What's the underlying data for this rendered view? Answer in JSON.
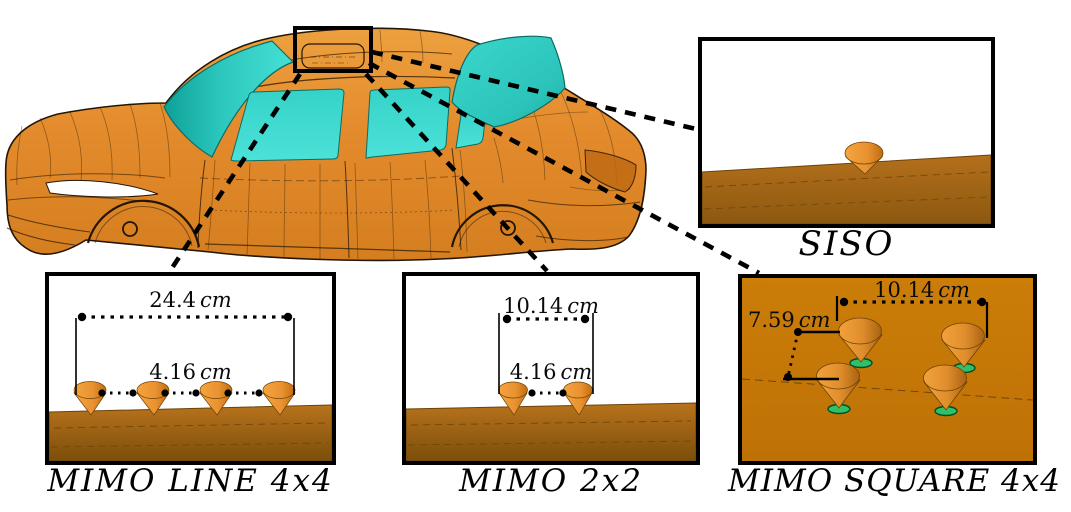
{
  "figure": {
    "caption_siso": "SISO",
    "caption_mimo_line": "MIMO LINE 4x4",
    "caption_mimo_2x2": "MIMO 2x2",
    "caption_mimo_square": "MIMO SQUARE 4x4"
  },
  "panels": {
    "siso": {
      "label": "SISO",
      "antenna_count": 1
    },
    "mimo_line": {
      "label": "MIMO LINE 4x4",
      "antenna_count": 4,
      "dim_total": {
        "value": "24.4",
        "unit": "cm"
      },
      "dim_spacing": {
        "value": "4.16",
        "unit": "cm"
      }
    },
    "mimo_2x2": {
      "label": "MIMO 2x2",
      "antenna_count": 2,
      "dim_total": {
        "value": "10.14",
        "unit": "cm"
      },
      "dim_spacing": {
        "value": "4.16",
        "unit": "cm"
      }
    },
    "mimo_square": {
      "label": "MIMO SQUARE 4x4",
      "antenna_count": 4,
      "dim_horizontal": {
        "value": "10.14",
        "unit": "cm"
      },
      "dim_vertical": {
        "value": "7.59",
        "unit": "cm"
      }
    }
  },
  "colors": {
    "body_orange": "#E2892B",
    "glass_cyan": "#3BD9CE",
    "glass_teal_dark": "#119C93",
    "roof_brown": "#B06E18",
    "roof_brown_dark": "#7E500C",
    "square_panel_bg": "#C67907",
    "cone_orange": "#EC9636",
    "cone_shadow": "#B96F15",
    "green_base": "#2FC06A",
    "annotation_black": "#000000"
  }
}
